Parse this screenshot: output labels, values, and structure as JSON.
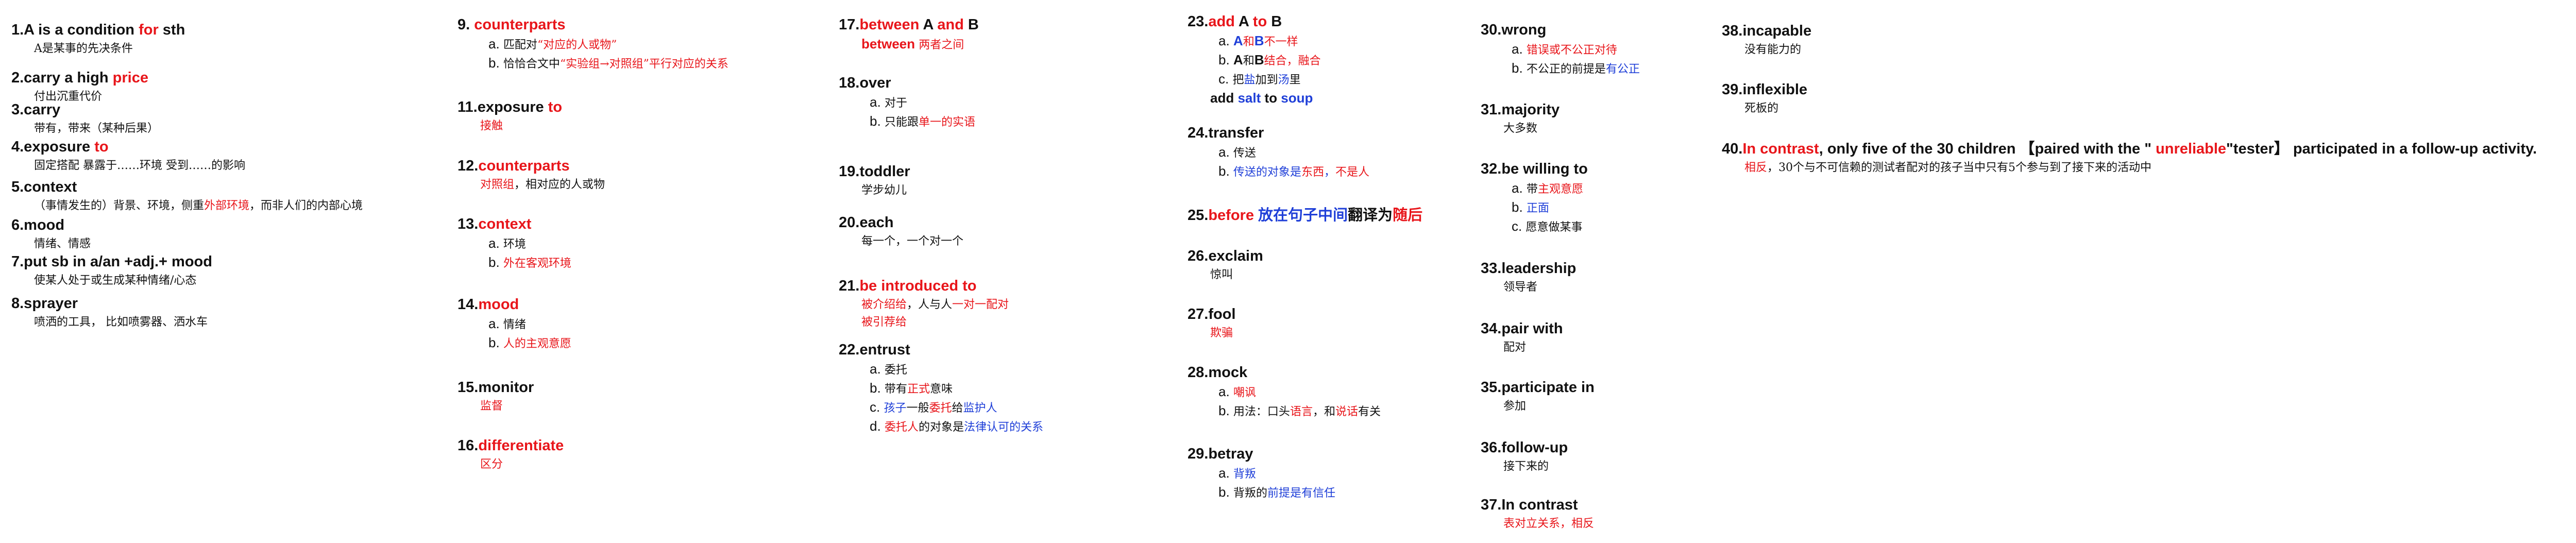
{
  "col1": [
    {
      "title": [
        {
          "t": "1.A is a condition "
        },
        {
          "t": "for",
          "c": "red"
        },
        {
          "t": " sth"
        }
      ],
      "subs": [
        {
          "s": [
            {
              "t": "A是某事的先决条件"
            }
          ]
        }
      ]
    },
    {
      "title": [
        {
          "t": "2.carry a high "
        },
        {
          "t": "price",
          "c": "red"
        }
      ],
      "subs": [
        {
          "s": [
            {
              "t": "付出沉重代价"
            }
          ]
        }
      ]
    },
    {
      "title": [
        {
          "t": "3.carry"
        }
      ],
      "subs": [
        {
          "s": [
            {
              "t": "带有，带来（某种后果）"
            }
          ]
        }
      ]
    },
    {
      "title": [
        {
          "t": "4.exposure "
        },
        {
          "t": "to",
          "c": "red"
        }
      ],
      "subs": [
        {
          "s": [
            {
              "t": "固定搭配 暴露于……环境 受到……的影响"
            }
          ]
        }
      ]
    },
    {
      "title": [
        {
          "t": "5.context"
        }
      ],
      "subs": [
        {
          "s": [
            {
              "t": "（事情发生的）背景、环境，侧重"
            },
            {
              "t": "外部环境",
              "c": "red"
            },
            {
              "t": "，而非人们的内部心境"
            }
          ]
        }
      ]
    },
    {
      "title": [
        {
          "t": "6.mood"
        }
      ],
      "subs": [
        {
          "s": [
            {
              "t": "情绪、情感"
            }
          ]
        }
      ]
    },
    {
      "title": [
        {
          "t": "7.put sb in a/an +adj.+ mood"
        }
      ],
      "subs": [
        {
          "s": [
            {
              "t": "使某人处于或生成某种情绪/心态"
            }
          ]
        }
      ]
    },
    {
      "title": [
        {
          "t": "8.sprayer"
        }
      ],
      "subs": [
        {
          "s": [
            {
              "t": "喷洒的工具， 比如喷雾器、洒水车"
            }
          ]
        }
      ]
    }
  ],
  "col2": [
    {
      "title": [
        {
          "t": "9. "
        },
        {
          "t": "counterparts",
          "c": "red"
        }
      ],
      "subs": [
        {
          "s": [
            {
              "t": "a. ",
              "l": 1
            },
            {
              "t": "匹配对"
            },
            {
              "t": "“对应的人或物”",
              "c": "red"
            }
          ]
        },
        {
          "s": [
            {
              "t": "b. ",
              "l": 1
            },
            {
              "t": "恰恰合文中"
            },
            {
              "t": "“实验组→对照组”平行对应的关系",
              "c": "red"
            }
          ]
        }
      ]
    },
    {
      "title": [
        {
          "t": "11.exposure "
        },
        {
          "t": "to",
          "c": "red"
        }
      ],
      "subs": [
        {
          "s": [
            {
              "t": "接触",
              "c": "red"
            }
          ]
        }
      ]
    },
    {
      "title": [
        {
          "t": "12."
        },
        {
          "t": "counterparts",
          "c": "red"
        }
      ],
      "subs": [
        {
          "s": [
            {
              "t": "对照组",
              "c": "red"
            },
            {
              "t": "，相对应的人或物"
            }
          ]
        }
      ]
    },
    {
      "title": [
        {
          "t": "13."
        },
        {
          "t": "context",
          "c": "red"
        }
      ],
      "subs": [
        {
          "s": [
            {
              "t": "a. ",
              "l": 1
            },
            {
              "t": "环境"
            }
          ]
        },
        {
          "s": [
            {
              "t": "b. ",
              "l": 1
            },
            {
              "t": "外在客观环境",
              "c": "red"
            }
          ]
        }
      ]
    },
    {
      "title": [
        {
          "t": "14."
        },
        {
          "t": "mood",
          "c": "red"
        }
      ],
      "subs": [
        {
          "s": [
            {
              "t": "a. ",
              "l": 1
            },
            {
              "t": "情绪"
            }
          ]
        },
        {
          "s": [
            {
              "t": "b. ",
              "l": 1
            },
            {
              "t": "人的主观意愿",
              "c": "red"
            }
          ]
        }
      ]
    },
    {
      "title": [
        {
          "t": "15.monitor"
        }
      ],
      "subs": [
        {
          "s": [
            {
              "t": "监督",
              "c": "red"
            }
          ]
        }
      ]
    },
    {
      "title": [
        {
          "t": "16."
        },
        {
          "t": "differentiate",
          "c": "red"
        }
      ],
      "subs": [
        {
          "s": [
            {
              "t": "区分",
              "c": "red"
            }
          ]
        }
      ]
    }
  ],
  "col3": [
    {
      "title": [
        {
          "t": "17."
        },
        {
          "t": "between",
          "c": "red"
        },
        {
          "t": " A "
        },
        {
          "t": "and",
          "c": "red"
        },
        {
          "t": " B"
        }
      ],
      "subs": [
        {
          "s": [
            {
              "t": "between ",
              "c": "red",
              "en": 1
            },
            {
              "t": "两者之间",
              "c": "red"
            }
          ]
        }
      ]
    },
    {
      "title": [
        {
          "t": "18.over"
        }
      ],
      "subs": [
        {
          "s": [
            {
              "t": "a. ",
              "l": 1
            },
            {
              "t": "对于"
            }
          ]
        },
        {
          "s": [
            {
              "t": "b. ",
              "l": 1
            },
            {
              "t": "只能跟"
            },
            {
              "t": "单一的实语",
              "c": "red"
            }
          ]
        }
      ]
    },
    {
      "title": [
        {
          "t": "19.toddler"
        }
      ],
      "subs": [
        {
          "s": [
            {
              "t": "学步幼儿"
            }
          ]
        }
      ]
    },
    {
      "title": [
        {
          "t": "20.each"
        }
      ],
      "subs": [
        {
          "s": [
            {
              "t": "每一个，一个对一个"
            }
          ]
        }
      ]
    },
    {
      "title": [
        {
          "t": "21."
        },
        {
          "t": "be introduced to",
          "c": "red"
        }
      ],
      "subs": [
        {
          "s": [
            {
              "t": "被介绍给",
              "c": "red"
            },
            {
              "t": "，人与人"
            },
            {
              "t": "一对一配对",
              "c": "red"
            }
          ]
        },
        {
          "s": [
            {
              "t": "被引荐给",
              "c": "red"
            }
          ]
        }
      ]
    },
    {
      "title": [
        {
          "t": "22.entrust"
        }
      ],
      "subs": [
        {
          "s": [
            {
              "t": "a. ",
              "l": 1
            },
            {
              "t": "委托"
            }
          ]
        },
        {
          "s": [
            {
              "t": "b. ",
              "l": 1
            },
            {
              "t": "带有"
            },
            {
              "t": "正式",
              "c": "red"
            },
            {
              "t": "意味"
            }
          ]
        },
        {
          "s": [
            {
              "t": "c. ",
              "l": 1
            },
            {
              "t": "孩子",
              "c": "blue"
            },
            {
              "t": "一般"
            },
            {
              "t": "委托",
              "c": "red"
            },
            {
              "t": "给"
            },
            {
              "t": "监护人",
              "c": "blue"
            }
          ]
        },
        {
          "s": [
            {
              "t": "d. ",
              "l": 1
            },
            {
              "t": "委托人",
              "c": "red"
            },
            {
              "t": "的对象是"
            },
            {
              "t": "法律认可的关系",
              "c": "blue"
            }
          ]
        }
      ]
    }
  ],
  "col4": [
    {
      "title": [
        {
          "t": "23."
        },
        {
          "t": "add",
          "c": "red"
        },
        {
          "t": " A "
        },
        {
          "t": "to",
          "c": "red"
        },
        {
          "t": " B"
        }
      ],
      "subs": [
        {
          "s": [
            {
              "t": "a. ",
              "l": 1
            },
            {
              "t": "A",
              "c": "blue",
              "en": 1
            },
            {
              "t": "和",
              "c": "red"
            },
            {
              "t": "B",
              "c": "blue",
              "en": 1
            },
            {
              "t": "不一样",
              "c": "red"
            }
          ]
        },
        {
          "s": [
            {
              "t": "b. ",
              "l": 1
            },
            {
              "t": "A",
              "en": 1
            },
            {
              "t": "和"
            },
            {
              "t": "B",
              "en": 1
            },
            {
              "t": "结合，融合",
              "c": "red"
            }
          ]
        },
        {
          "s": [
            {
              "t": "c. ",
              "l": 1
            },
            {
              "t": "把"
            },
            {
              "t": "盐",
              "c": "blue"
            },
            {
              "t": "加到"
            },
            {
              "t": "汤",
              "c": "blue"
            },
            {
              "t": "里"
            }
          ]
        },
        {
          "s": [
            {
              "t": "add ",
              "en": 1
            },
            {
              "t": "salt",
              "c": "blue",
              "en": 1
            },
            {
              "t": " to ",
              "en": 1
            },
            {
              "t": "soup",
              "c": "blue",
              "en": 1
            }
          ]
        }
      ]
    },
    {
      "title": [
        {
          "t": "24.transfer"
        }
      ],
      "subs": [
        {
          "s": [
            {
              "t": "a. ",
              "l": 1
            },
            {
              "t": "传送"
            }
          ]
        },
        {
          "s": [
            {
              "t": "b. ",
              "l": 1
            },
            {
              "t": "传送的对象是",
              "c": "blue"
            },
            {
              "t": "东西",
              "c": "red"
            },
            {
              "t": "，",
              "c": "blue"
            },
            {
              "t": "不是人",
              "c": "red"
            }
          ]
        }
      ]
    },
    {
      "title": [
        {
          "t": "25."
        },
        {
          "t": "before",
          "c": "red"
        },
        {
          "t": " "
        },
        {
          "t": "放在句子中间",
          "c": "blue"
        },
        {
          "t": "翻译为"
        },
        {
          "t": "随后",
          "c": "red"
        }
      ],
      "subs": []
    },
    {
      "title": [
        {
          "t": "26.exclaim"
        }
      ],
      "subs": [
        {
          "s": [
            {
              "t": "惊叫"
            }
          ]
        }
      ]
    },
    {
      "title": [
        {
          "t": "27.fool"
        }
      ],
      "subs": [
        {
          "s": [
            {
              "t": "欺骗",
              "c": "red"
            }
          ]
        }
      ]
    },
    {
      "title": [
        {
          "t": "28.mock"
        }
      ],
      "subs": [
        {
          "s": [
            {
              "t": "a. ",
              "l": 1
            },
            {
              "t": "嘲讽",
              "c": "red"
            }
          ]
        },
        {
          "s": [
            {
              "t": "b. ",
              "l": 1
            },
            {
              "t": "用法：口头"
            },
            {
              "t": "语言",
              "c": "red"
            },
            {
              "t": "，和"
            },
            {
              "t": "说话",
              "c": "red"
            },
            {
              "t": "有关"
            }
          ]
        }
      ]
    },
    {
      "title": [
        {
          "t": "29.betray"
        }
      ],
      "subs": [
        {
          "s": [
            {
              "t": "a. ",
              "l": 1
            },
            {
              "t": "背叛",
              "c": "blue"
            }
          ]
        },
        {
          "s": [
            {
              "t": "b. ",
              "l": 1
            },
            {
              "t": "背叛的"
            },
            {
              "t": "前提是有信任",
              "c": "blue"
            }
          ]
        }
      ]
    }
  ],
  "col5": [
    {
      "title": [
        {
          "t": "30.wrong"
        }
      ],
      "subs": [
        {
          "s": [
            {
              "t": "a. ",
              "l": 1
            },
            {
              "t": "错误或不公正对待",
              "c": "red"
            }
          ]
        },
        {
          "s": [
            {
              "t": "b. ",
              "l": 1
            },
            {
              "t": "不公正的前提是"
            },
            {
              "t": "有公正",
              "c": "blue"
            }
          ]
        }
      ]
    },
    {
      "title": [
        {
          "t": "31.majority"
        }
      ],
      "subs": [
        {
          "s": [
            {
              "t": "大多数"
            }
          ]
        }
      ]
    },
    {
      "title": [
        {
          "t": "32.be willing to"
        }
      ],
      "subs": [
        {
          "s": [
            {
              "t": "a. ",
              "l": 1
            },
            {
              "t": "带"
            },
            {
              "t": "主观意愿",
              "c": "red"
            }
          ]
        },
        {
          "s": [
            {
              "t": "b. ",
              "l": 1
            },
            {
              "t": "正面",
              "c": "blue"
            }
          ]
        },
        {
          "s": [
            {
              "t": "c. ",
              "l": 1
            },
            {
              "t": "愿意做某事"
            }
          ]
        }
      ]
    },
    {
      "title": [
        {
          "t": "33.leadership"
        }
      ],
      "subs": [
        {
          "s": [
            {
              "t": "领导者"
            }
          ]
        }
      ]
    },
    {
      "title": [
        {
          "t": "34.pair with"
        }
      ],
      "subs": [
        {
          "s": [
            {
              "t": "配对"
            }
          ]
        }
      ]
    },
    {
      "title": [
        {
          "t": "35.participate in"
        }
      ],
      "subs": [
        {
          "s": [
            {
              "t": "参加"
            }
          ]
        }
      ]
    },
    {
      "title": [
        {
          "t": "36.follow-up"
        }
      ],
      "subs": [
        {
          "s": [
            {
              "t": "接下来的"
            }
          ]
        }
      ]
    },
    {
      "title": [
        {
          "t": "37.In contrast"
        }
      ],
      "subs": [
        {
          "s": [
            {
              "t": "表对立关系，相反",
              "c": "red"
            }
          ]
        }
      ]
    }
  ],
  "col6": [
    {
      "title": [
        {
          "t": "38.incapable"
        }
      ],
      "subs": [
        {
          "s": [
            {
              "t": "没有能力的"
            }
          ]
        }
      ]
    },
    {
      "title": [
        {
          "t": "39.inflexible"
        }
      ],
      "subs": [
        {
          "s": [
            {
              "t": "死板的"
            }
          ]
        }
      ]
    },
    {
      "title": [
        {
          "t": "40."
        },
        {
          "t": "In contrast",
          "c": "red"
        },
        {
          "t": ", only five of the 30 children 【paired with the \" "
        },
        {
          "t": "unreliable",
          "c": "red"
        },
        {
          "t": "\"tester】 participated in a follow-up activity."
        }
      ],
      "subs": [
        {
          "s": [
            {
              "t": "相反",
              "c": "red"
            },
            {
              "t": "，30个与不可信赖的测试者配对的孩子当中只有5个参与到了接下来的活动中"
            }
          ]
        }
      ]
    }
  ]
}
